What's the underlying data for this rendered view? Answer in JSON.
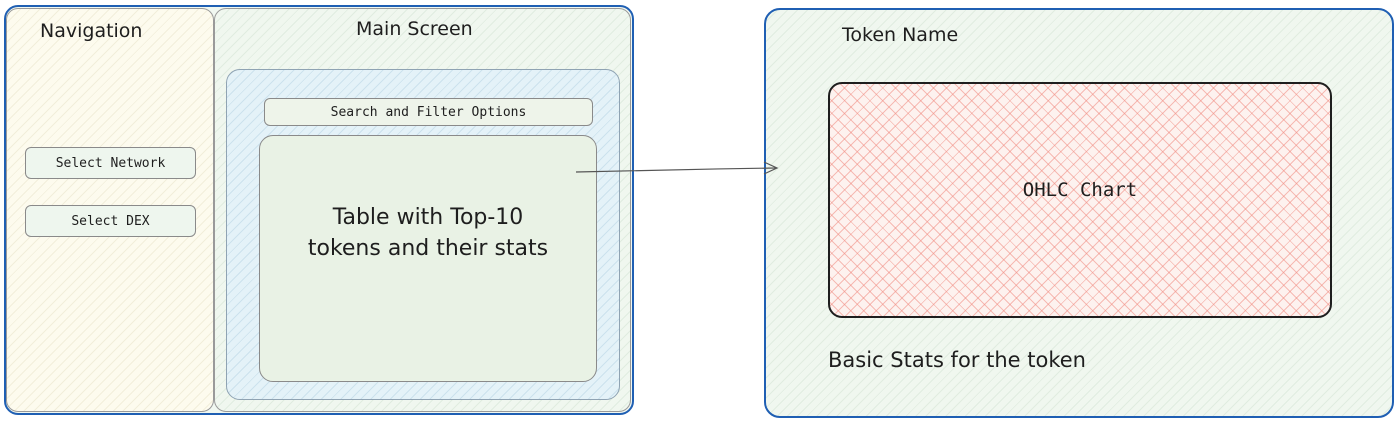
{
  "navigation": {
    "title": "Navigation",
    "buttons": [
      {
        "label": "Select Network"
      },
      {
        "label": "Select DEX"
      }
    ]
  },
  "main_screen": {
    "title": "Main Screen",
    "search_label": "Search and Filter Options",
    "table_label": "Table with Top-10 tokens and their stats"
  },
  "token_screen": {
    "title": "Token Name",
    "chart_label": "OHLC Chart",
    "stats_label": "Basic Stats for the token"
  },
  "colors": {
    "frame_border": "#1f5fb3",
    "navigation_fill": "#fdfbee",
    "panel_fill": "#f0f7ef",
    "inner_area_fill": "#e4f2f8",
    "chart_hatch": "#f08c82"
  }
}
